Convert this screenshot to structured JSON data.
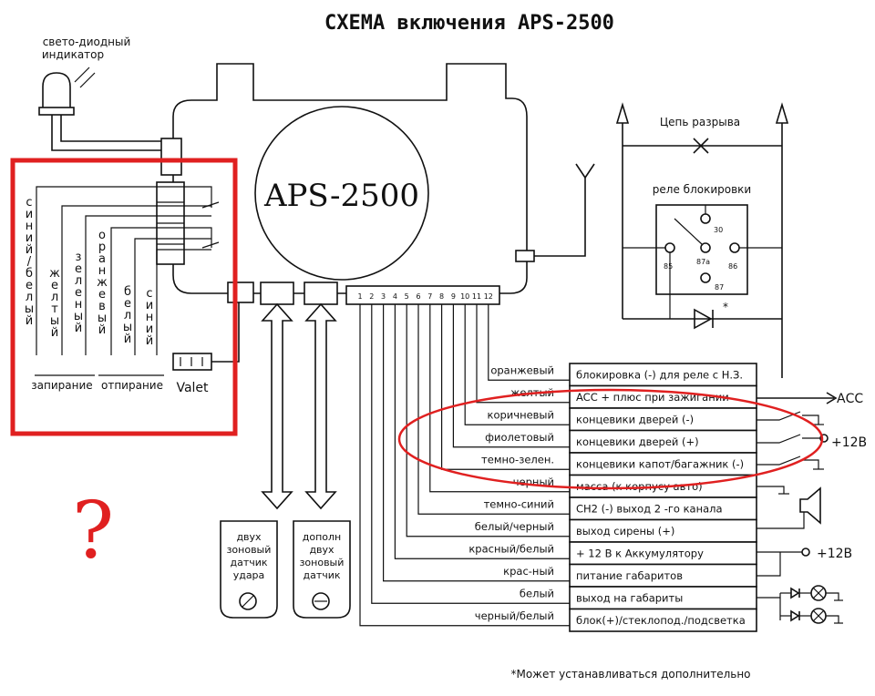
{
  "title": "СХЕМА включения APS-2500",
  "unit_label": "APS-2500",
  "led": {
    "label_line1": "свето-диодный",
    "label_line2": "индикатор"
  },
  "relay": {
    "title": "реле блокировки",
    "circuit_break": "Цепь разрыва",
    "pins": [
      "30",
      "87a",
      "85",
      "86",
      "87"
    ],
    "asterisk": "*"
  },
  "connector_numbers": [
    "1",
    "2",
    "3",
    "4",
    "5",
    "6",
    "7",
    "8",
    "9",
    "10",
    "11",
    "12"
  ],
  "left_wires": [
    "синий/белый",
    "желтый",
    "зеленый",
    "оранжевый",
    "белый",
    "синий"
  ],
  "left_groups": {
    "lock": "запирание",
    "unlock": "отпирание"
  },
  "valet": "Valet",
  "sensors": [
    {
      "lines": [
        "двух",
        "зоновый",
        "датчик",
        "удара"
      ],
      "icon": "slash-circle-icon"
    },
    {
      "lines": [
        "дополн",
        "двух",
        "зоновый",
        "датчик"
      ],
      "icon": "minus-circle-icon"
    }
  ],
  "wire_rows": [
    {
      "color": "оранжевый",
      "function": "блокировка (-) для реле с Н.З."
    },
    {
      "color": "желтый",
      "function": "ACC + плюс при зажигании"
    },
    {
      "color": "коричневый",
      "function": "концевики дверей (-)"
    },
    {
      "color": "фиолетовый",
      "function": "концевики дверей (+)"
    },
    {
      "color": "темно-зелен.",
      "function": "концевики капот/багажник (-)"
    },
    {
      "color": "черный",
      "function": "масса (к корпусу авто)"
    },
    {
      "color": "темно-синий",
      "function": "CH2 (-) выход 2 -го канала"
    },
    {
      "color": "белый/черный",
      "function": "выход сирены (+)"
    },
    {
      "color": "красный/белый",
      "function": "+ 12 В к Аккумулятору"
    },
    {
      "color": "крас-ный",
      "function": "питание габаритов"
    },
    {
      "color": "белый",
      "function": "выход на габариты"
    },
    {
      "color": "черный/белый",
      "function": "блок(+)/стеклопод./подсветка"
    }
  ],
  "right_labels": {
    "acc": "АСС",
    "v12_switches": "+12В",
    "v12_battery": "+12В"
  },
  "footnote": "*Может устанавливаться дополнительно",
  "annotation": "?",
  "colors": {
    "ink": "#111111",
    "annotation": "#e02020"
  }
}
